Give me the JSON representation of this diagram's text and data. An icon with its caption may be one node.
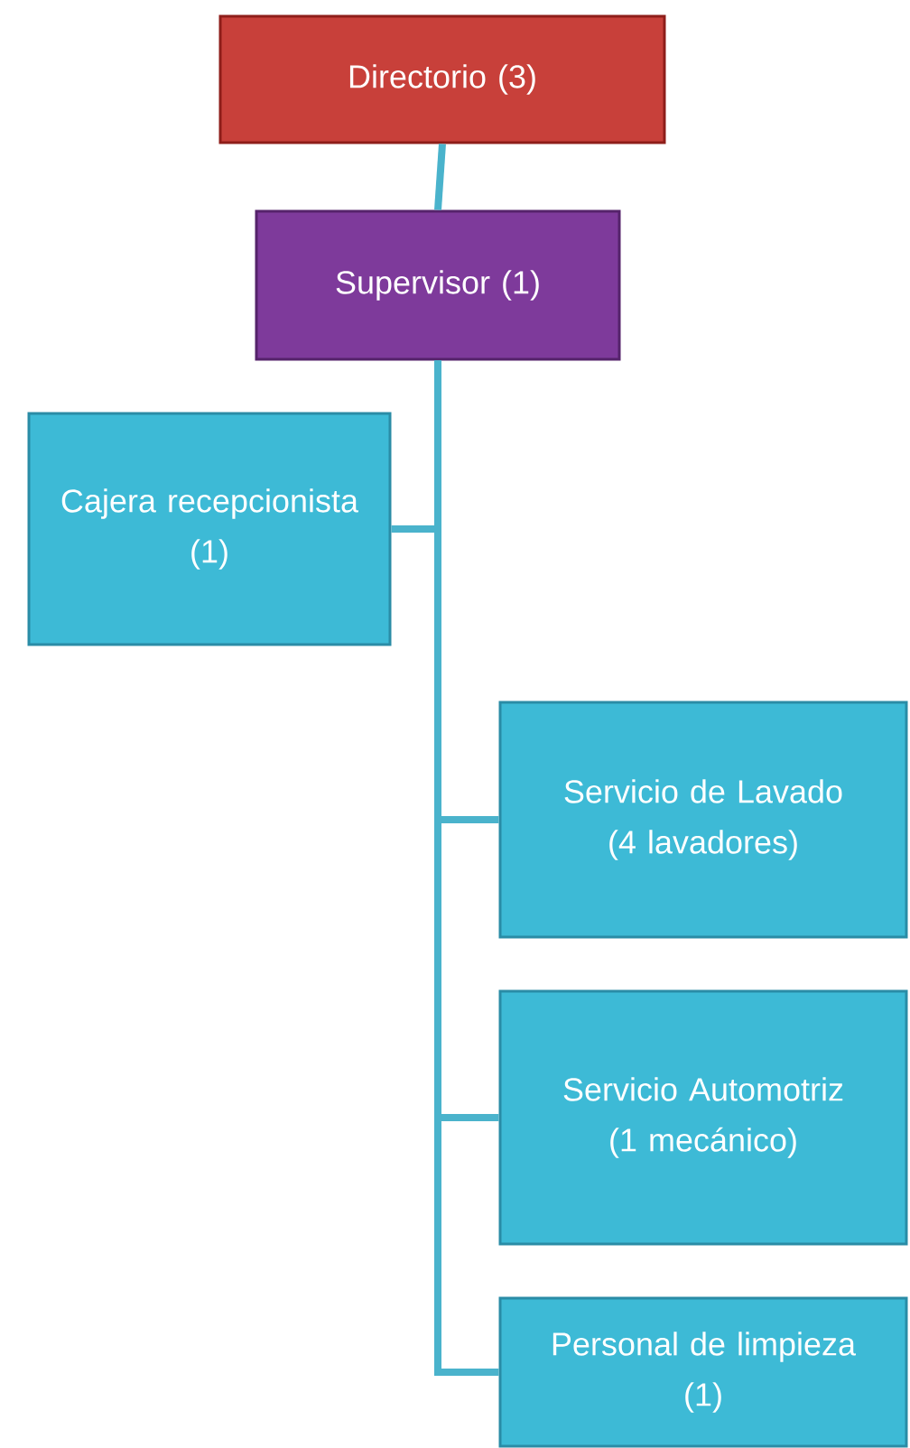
{
  "diagram": {
    "nodes": [
      {
        "text": [
          "Directorio (3)"
        ]
      },
      {
        "text": [
          "Supervisor (1)"
        ]
      },
      {
        "text": [
          "Cajera recepcionista",
          "(1)"
        ]
      },
      {
        "text": [
          "Servicio de Lavado",
          "(4 lavadores)"
        ]
      },
      {
        "text": [
          "Servicio Automotriz",
          "(1 mecánico)"
        ]
      },
      {
        "text": [
          "Personal de limpieza",
          "(1)"
        ]
      }
    ],
    "edges": [
      {
        "from": 0,
        "to": 1,
        "arrow": "none"
      },
      {
        "from": 1,
        "to": 2,
        "arrow": "none"
      },
      {
        "from": 1,
        "to": 3,
        "arrow": "none"
      },
      {
        "from": 1,
        "to": 4,
        "arrow": "none"
      },
      {
        "from": 1,
        "to": 5,
        "arrow": "none"
      }
    ]
  }
}
